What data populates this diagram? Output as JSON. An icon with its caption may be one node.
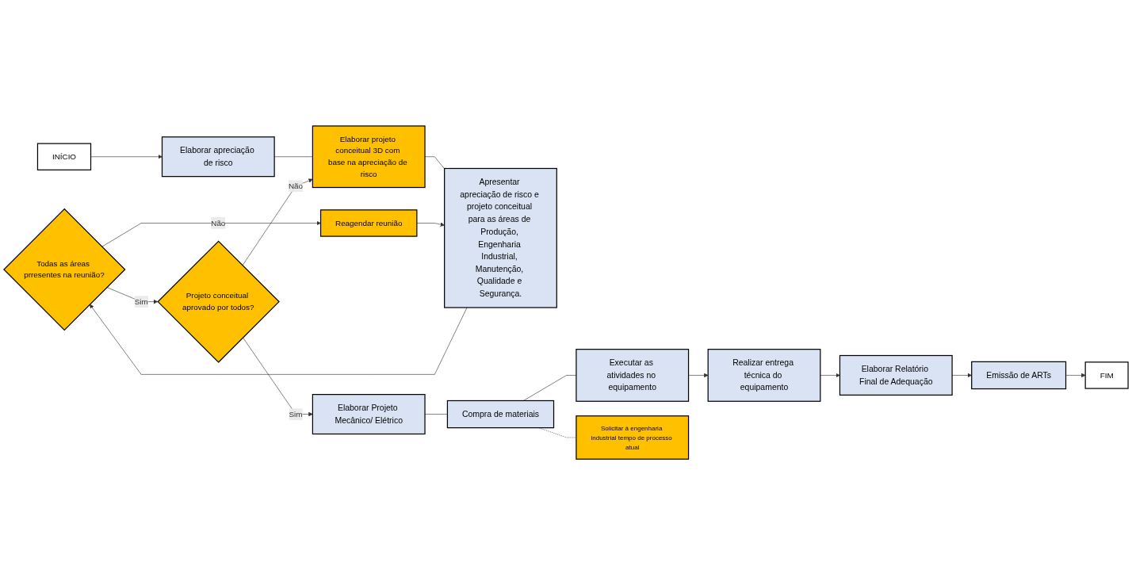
{
  "diagram": {
    "nodes": [
      {
        "text": [
          "Todas as áreas prresentes na reunião?"
        ]
      },
      {
        "text": [
          "Projeto conceitual aprovado por todos?"
        ]
      },
      {
        "text": [
          "Reagendar reunião"
        ]
      },
      {
        "text": [
          "INÍCIO"
        ]
      },
      {
        "text": [
          "Elaborar apreciação de risco"
        ]
      },
      {
        "text": [
          "Elaborar projeto conceitual 3D com base na apreciação de risco"
        ]
      },
      {
        "text": [
          "Apresentar apreciação de risco e projeto conceitual para as áreas de Produção, Engenharia Industrial, Manutenção, Qualidade e Segurança."
        ]
      },
      {
        "text": [
          "Elaborar Projeto Mecânico/ Elétrico"
        ]
      },
      {
        "text": [
          "Compra de materiais"
        ]
      },
      {
        "text": [
          "Executar as atividades no equipamento"
        ]
      },
      {
        "text": [
          "Solicitar á engenharia industrial tempo de processo atual"
        ]
      },
      {
        "text": [
          "Realizar entrega técnica do equipamento"
        ]
      },
      {
        "text": [
          "Elaborar Relatório Final de Adequação"
        ]
      },
      {
        "text": [
          "Emissão de ARTs"
        ]
      },
      {
        "text": [
          "FIM"
        ]
      }
    ],
    "edges": [
      {
        "from": 3,
        "to": 4,
        "arrow": "to"
      },
      {
        "from": 4,
        "to": 5,
        "arrow": "none"
      },
      {
        "from": 5,
        "to": 6,
        "arrow": "none"
      },
      {
        "from": 6,
        "to": 0,
        "arrow": "to"
      },
      {
        "from": 0,
        "to": 2,
        "arrow": "to",
        "label": "Não"
      },
      {
        "from": 2,
        "to": 6,
        "arrow": "to"
      },
      {
        "from": 0,
        "to": 1,
        "arrow": "to",
        "label": "Sim"
      },
      {
        "from": 1,
        "to": 5,
        "arrow": "to",
        "label": "Não"
      },
      {
        "from": 1,
        "to": 7,
        "arrow": "to",
        "label": "Sim"
      },
      {
        "from": 7,
        "to": 8,
        "arrow": "none"
      },
      {
        "from": 8,
        "to": 9,
        "arrow": "none"
      },
      {
        "from": 8,
        "to": 10,
        "arrow": "none",
        "style": "dashed"
      },
      {
        "from": 9,
        "to": 11,
        "arrow": "to"
      },
      {
        "from": 11,
        "to": 12,
        "arrow": "to"
      },
      {
        "from": 12,
        "to": 13,
        "arrow": "to"
      },
      {
        "from": 13,
        "to": 14,
        "arrow": "to"
      }
    ]
  }
}
